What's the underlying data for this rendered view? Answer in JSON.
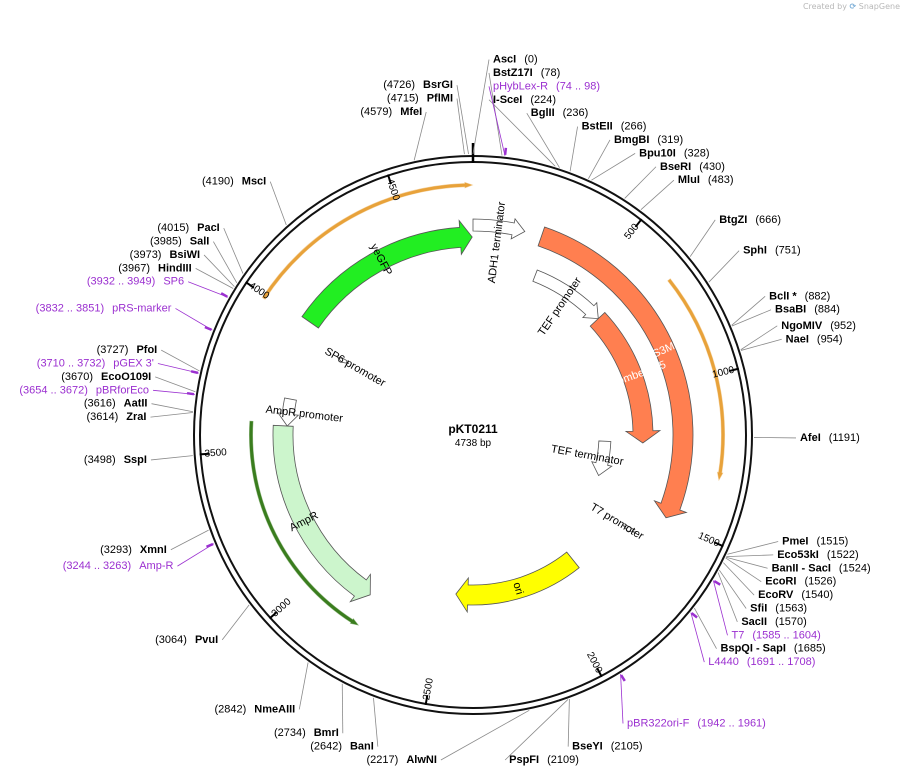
{
  "brand": {
    "prefix": "Created by",
    "name": "SnapGene"
  },
  "plasmid": {
    "name": "pKT0211",
    "length_label": "4738 bp",
    "length": 4738
  },
  "colors": {
    "site": "#000000",
    "primer": "#9b30d0",
    "leader": "#8a8a8a"
  },
  "ticks": [
    {
      "label": "500",
      "pos": 500
    },
    {
      "label": "1000",
      "pos": 1000
    },
    {
      "label": "1500",
      "pos": 1500
    },
    {
      "label": "2000",
      "pos": 2000
    },
    {
      "label": "2500",
      "pos": 2500
    },
    {
      "label": "3000",
      "pos": 3000
    },
    {
      "label": "3500",
      "pos": 3500
    },
    {
      "label": "4000",
      "pos": 4000
    },
    {
      "label": "4500",
      "pos": 4500
    }
  ],
  "sites": [
    {
      "name": "AscI",
      "pos": "(0)",
      "bp": 0,
      "side": "R"
    },
    {
      "name": "BstZ17I",
      "pos": "(78)",
      "bp": 78,
      "side": "R"
    },
    {
      "name": "I-SceI",
      "pos": "(224)",
      "bp": 224,
      "side": "R"
    },
    {
      "name": "BglII",
      "pos": "(236)",
      "bp": 236,
      "side": "R"
    },
    {
      "name": "BstEII",
      "pos": "(266)",
      "bp": 266,
      "side": "R"
    },
    {
      "name": "BmgBI",
      "pos": "(319)",
      "bp": 319,
      "side": "R"
    },
    {
      "name": "Bpu10I",
      "pos": "(328)",
      "bp": 328,
      "side": "R"
    },
    {
      "name": "BseRI",
      "pos": "(430)",
      "bp": 430,
      "side": "R"
    },
    {
      "name": "MluI",
      "pos": "(483)",
      "bp": 483,
      "side": "R"
    },
    {
      "name": "BtgZI",
      "pos": "(666)",
      "bp": 666,
      "side": "R"
    },
    {
      "name": "SphI",
      "pos": "(751)",
      "bp": 751,
      "side": "R"
    },
    {
      "name": "BclI *",
      "pos": "(882)",
      "bp": 882,
      "side": "R"
    },
    {
      "name": "BsaBI",
      "pos": "(884)",
      "bp": 884,
      "side": "R"
    },
    {
      "name": "NgoMIV",
      "pos": "(952)",
      "bp": 952,
      "side": "R"
    },
    {
      "name": "NaeI",
      "pos": "(954)",
      "bp": 954,
      "side": "R"
    },
    {
      "name": "AfeI",
      "pos": "(1191)",
      "bp": 1191,
      "side": "R"
    },
    {
      "name": "PmeI",
      "pos": "(1515)",
      "bp": 1515,
      "side": "R"
    },
    {
      "name": "Eco53kI",
      "pos": "(1522)",
      "bp": 1522,
      "side": "R"
    },
    {
      "name": "BanII - SacI",
      "pos": "(1524)",
      "bp": 1524,
      "side": "R"
    },
    {
      "name": "EcoRI",
      "pos": "(1526)",
      "bp": 1526,
      "side": "R"
    },
    {
      "name": "EcoRV",
      "pos": "(1540)",
      "bp": 1540,
      "side": "R"
    },
    {
      "name": "SfiI",
      "pos": "(1563)",
      "bp": 1563,
      "side": "R"
    },
    {
      "name": "SacII",
      "pos": "(1570)",
      "bp": 1570,
      "side": "R"
    },
    {
      "name": "BspQI - SapI",
      "pos": "(1685)",
      "bp": 1685,
      "side": "R"
    },
    {
      "name": "BseYI",
      "pos": "(2105)",
      "bp": 2105,
      "side": "R"
    },
    {
      "name": "PspFI",
      "pos": "(2109)",
      "bp": 2109,
      "side": "R"
    },
    {
      "name": "AlwNI",
      "pos": "(2217)",
      "bp": 2217,
      "side": "L"
    },
    {
      "name": "BanI",
      "pos": "(2642)",
      "bp": 2642,
      "side": "L"
    },
    {
      "name": "BmrI",
      "pos": "(2734)",
      "bp": 2734,
      "side": "L"
    },
    {
      "name": "NmeAIII",
      "pos": "(2842)",
      "bp": 2842,
      "side": "L"
    },
    {
      "name": "PvuI",
      "pos": "(3064)",
      "bp": 3064,
      "side": "L"
    },
    {
      "name": "XmnI",
      "pos": "(3293)",
      "bp": 3293,
      "side": "L"
    },
    {
      "name": "SspI",
      "pos": "(3498)",
      "bp": 3498,
      "side": "L"
    },
    {
      "name": "ZraI",
      "pos": "(3614)",
      "bp": 3614,
      "side": "L"
    },
    {
      "name": "AatII",
      "pos": "(3616)",
      "bp": 3616,
      "side": "L"
    },
    {
      "name": "EcoO109I",
      "pos": "(3670)",
      "bp": 3670,
      "side": "L"
    },
    {
      "name": "PfoI",
      "pos": "(3727)",
      "bp": 3727,
      "side": "L"
    },
    {
      "name": "HindIII",
      "pos": "(3967)",
      "bp": 3967,
      "side": "L"
    },
    {
      "name": "BsiWI",
      "pos": "(3973)",
      "bp": 3973,
      "side": "L"
    },
    {
      "name": "SalI",
      "pos": "(3985)",
      "bp": 3985,
      "side": "L"
    },
    {
      "name": "PacI",
      "pos": "(4015)",
      "bp": 4015,
      "side": "L"
    },
    {
      "name": "MscI",
      "pos": "(4190)",
      "bp": 4190,
      "side": "L"
    },
    {
      "name": "MfeI",
      "pos": "(4579)",
      "bp": 4579,
      "side": "L"
    },
    {
      "name": "PflMI",
      "pos": "(4715)",
      "bp": 4715,
      "side": "L"
    },
    {
      "name": "BsrGI",
      "pos": "(4726)",
      "bp": 4726,
      "side": "L"
    }
  ],
  "primers": [
    {
      "name": "pHybLex-R",
      "range": "(74 .. 98)",
      "bp": 86,
      "side": "R"
    },
    {
      "name": "T7",
      "range": "(1585 .. 1604)",
      "bp": 1595,
      "side": "R"
    },
    {
      "name": "L4440",
      "range": "(1691 .. 1708)",
      "bp": 1700,
      "side": "R"
    },
    {
      "name": "pBR322ori-F",
      "range": "(1942 .. 1961)",
      "bp": 1952,
      "side": "R"
    },
    {
      "name": "Amp-R",
      "range": "(3244 .. 3263)",
      "bp": 3254,
      "side": "L"
    },
    {
      "name": "pBRforEco",
      "range": "(3654 .. 3672)",
      "bp": 3663,
      "side": "L"
    },
    {
      "name": "pGEX 3'",
      "range": "(3710 .. 3732)",
      "bp": 3721,
      "side": "L"
    },
    {
      "name": "pRS-marker",
      "range": "(3832 .. 3851)",
      "bp": 3842,
      "side": "L"
    },
    {
      "name": "SP6",
      "range": "(3932 .. 3949)",
      "bp": 3940,
      "side": "L"
    }
  ],
  "features": [
    {
      "name": "yeGFP",
      "start": 4010,
      "end": 4735,
      "dir": 1,
      "kind": "cds",
      "color": "#22ee22",
      "label_color": "#000000"
    },
    {
      "name": "ADH1 terminator",
      "start": 0,
      "end": 188,
      "dir": 1,
      "kind": "term",
      "color": "#ffffff",
      "label_color": "#000000"
    },
    {
      "name": "HIS3MX6",
      "start": 250,
      "end": 1490,
      "dir": 1,
      "kind": "cds",
      "color": "#ff7f50",
      "label_color": "#ffffff"
    },
    {
      "name": "TEF promoter",
      "start": 280,
      "end": 620,
      "dir": 1,
      "kind": "prom",
      "color": "#ffffff",
      "label_color": "#000000"
    },
    {
      "name": "S. pombe his5",
      "start": 620,
      "end": 1220,
      "dir": 1,
      "kind": "cds",
      "color": "#ff7f50",
      "label_color": "#ffffff"
    },
    {
      "name": "TEF terminator",
      "start": 1220,
      "end": 1420,
      "dir": 1,
      "kind": "term",
      "color": "#ffffff",
      "label_color": "#000000"
    },
    {
      "name": "T7 promoter",
      "start": 1585,
      "end": 1604,
      "dir": 1,
      "kind": "small",
      "color": "#ffffff",
      "label_color": "#000000"
    },
    {
      "name": "ori",
      "start": 1860,
      "end": 2450,
      "dir": 1,
      "kind": "ori",
      "color": "#ffff00",
      "label_color": "#000000"
    },
    {
      "name": "AmpR",
      "start": 2800,
      "end": 3590,
      "dir": -1,
      "kind": "cds",
      "color": "#ccf5cc",
      "label_color": "#000000"
    },
    {
      "name": "AmpR promoter",
      "start": 3590,
      "end": 3700,
      "dir": -1,
      "kind": "prom",
      "color": "#ffffff",
      "label_color": "#000000"
    },
    {
      "name": "SP6 promoter",
      "start": 3935,
      "end": 3955,
      "dir": -1,
      "kind": "small",
      "color": "#ffffff",
      "label_color": "#000000"
    }
  ],
  "orfs": [
    {
      "start": 3990,
      "end": 4735,
      "dir": 1,
      "color": "#e8a23a"
    },
    {
      "start": 680,
      "end": 1320,
      "dir": 1,
      "color": "#e8a23a"
    },
    {
      "start": 2780,
      "end": 3600,
      "dir": -1,
      "color": "#3a7d1e"
    }
  ]
}
